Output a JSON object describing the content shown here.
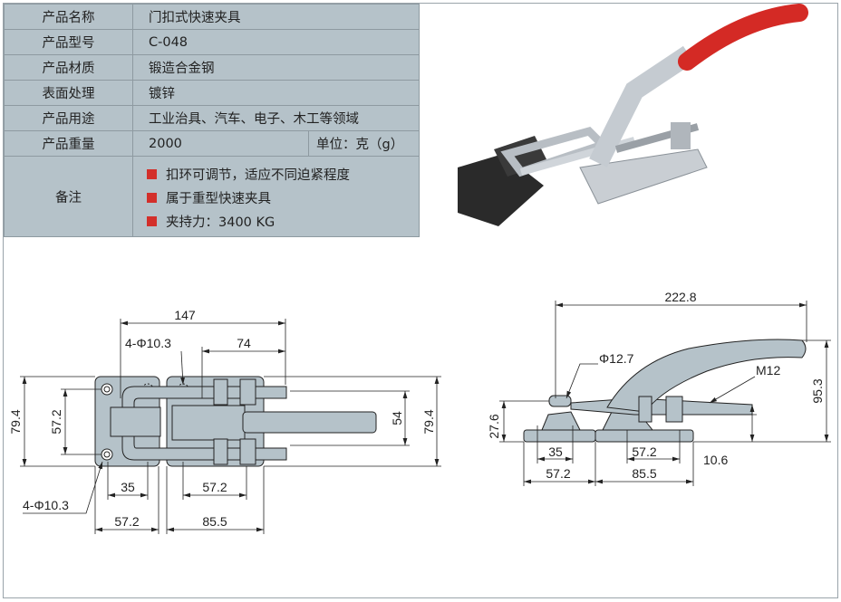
{
  "specs": {
    "name_label": "产品名称",
    "name": "门扣式快速夹具",
    "model_label": "产品型号",
    "model": "C-048",
    "material_label": "产品材质",
    "material": "锻造合金钢",
    "surface_label": "表面处理",
    "surface": "镀锌",
    "usage_label": "产品用途",
    "usage": "工业治具、汽车、电子、木工等领域",
    "weight_label": "产品重量",
    "weight": "2000",
    "weight_unit": "单位：克（g）",
    "notes_label": "备注",
    "notes": [
      "扣环可调节，适应不同迫紧程度",
      "属于重型快速夹具",
      "夹持力：3400 KG"
    ]
  },
  "accent_color": "#d32f2a",
  "top_view": {
    "d147": "147",
    "d74": "74",
    "hole_top": "4-Φ10.3",
    "hole_bottom": "4-Φ10.3",
    "h79_left": "79.4",
    "h57": "57.2",
    "h54": "54",
    "h79_right": "79.4",
    "d35": "35",
    "d57_inner": "57.2",
    "d57_base": "57.2",
    "d85": "85.5"
  },
  "side_view": {
    "d222": "222.8",
    "phi": "Φ12.7",
    "thread": "M12",
    "h95": "95.3",
    "h27": "27.6",
    "d35": "35",
    "d57_inner": "57.2",
    "d57_base": "57.2",
    "d85": "85.5",
    "d10": "10.6"
  }
}
